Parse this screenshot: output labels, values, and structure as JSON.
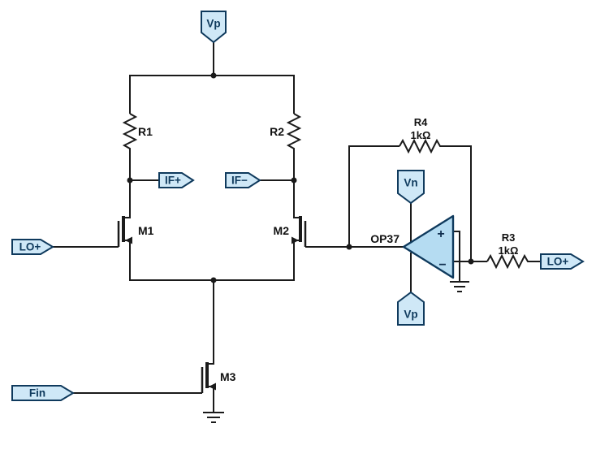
{
  "diagram": {
    "kind": "circuit-schematic",
    "subject": "Single-balanced MOSFET mixer with op-amp LO phase inverter",
    "colors": {
      "background": "#ffffff",
      "wire": "#1a1a1a",
      "tag_fill": "#cfe8f7",
      "tag_stroke": "#0f3a5d",
      "opamp_fill": "#b5dcf2"
    },
    "tags": {
      "vp_top": "Vp",
      "lo_left": "LO+",
      "if_plus": "IF+",
      "if_minus": "IF−",
      "vn": "Vn",
      "vp_opamp": "Vp",
      "fin": "Fin",
      "lo_right": "LO+"
    },
    "components": {
      "r1": {
        "label": "R1"
      },
      "r2": {
        "label": "R2"
      },
      "r3": {
        "label": "R3",
        "value": "1kΩ"
      },
      "r4": {
        "label": "R4",
        "value": "1kΩ"
      },
      "m1": {
        "label": "M1"
      },
      "m2": {
        "label": "M2"
      },
      "m3": {
        "label": "M3"
      },
      "opamp": {
        "label": "OP37",
        "noninverting_mark": "+",
        "inverting_mark": "−"
      }
    }
  }
}
